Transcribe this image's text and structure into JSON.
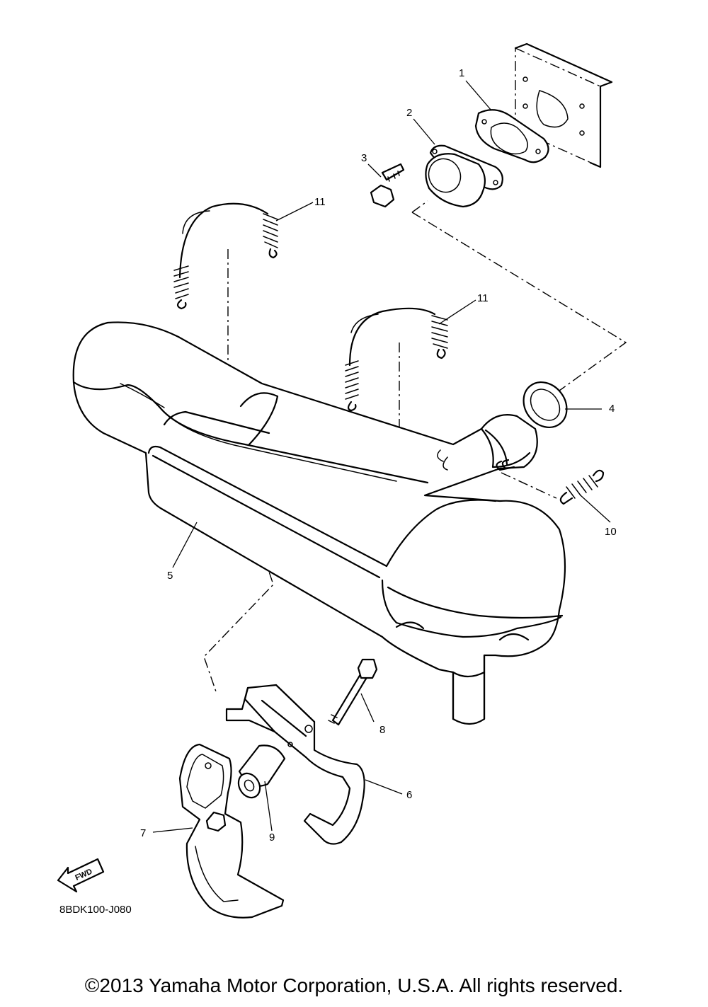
{
  "callouts": [
    {
      "id": "1",
      "label": "1"
    },
    {
      "id": "2",
      "label": "2"
    },
    {
      "id": "3",
      "label": "3"
    },
    {
      "id": "4",
      "label": "4"
    },
    {
      "id": "5",
      "label": "5"
    },
    {
      "id": "6",
      "label": "6"
    },
    {
      "id": "7",
      "label": "7"
    },
    {
      "id": "8",
      "label": "8"
    },
    {
      "id": "9",
      "label": "9"
    },
    {
      "id": "10",
      "label": "10"
    },
    {
      "id": "11a",
      "label": "11"
    },
    {
      "id": "11b",
      "label": "11"
    }
  ],
  "direction_arrow_label": "FWD",
  "diagram_code": "8BDK100-J080",
  "copyright": "©2013 Yamaha Motor Corporation, U.S.A. All rights reserved."
}
